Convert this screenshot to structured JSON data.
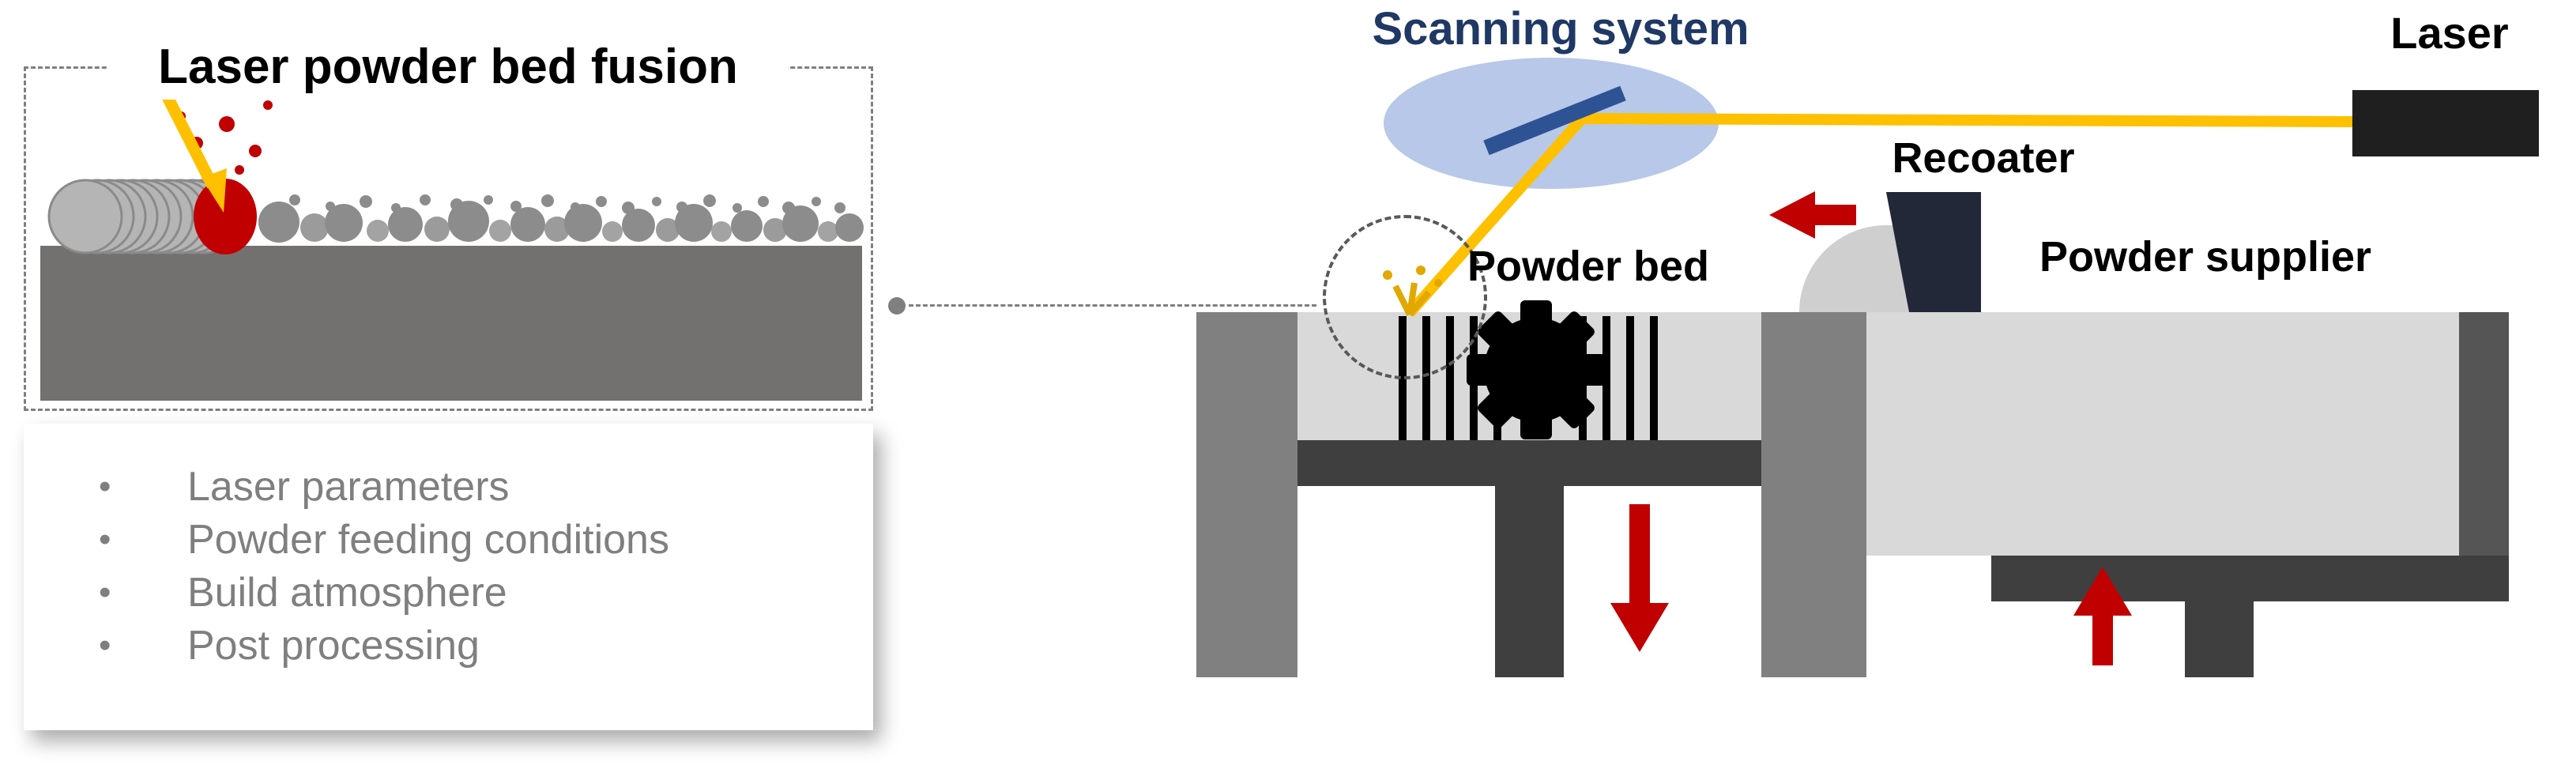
{
  "inset": {
    "title": "Laser powder bed fusion",
    "bullets": [
      "Laser parameters",
      "Powder feeding conditions",
      "Build atmosphere",
      "Post processing"
    ]
  },
  "machine": {
    "scanning_system_label": "Scanning system",
    "laser_label": "Laser",
    "recoater_label": "Recoater",
    "powder_bed_label": "Powder bed",
    "powder_supplier_label": "Powder supplier"
  },
  "colors": {
    "accent_red": "#c00000",
    "beam_gold": "#ffc000",
    "scan_text_blue": "#1f3864",
    "scan_ellipse_blue": "#b7c8e8",
    "mirror_blue": "#2e5395",
    "powder_light": "#d9d9d9",
    "wall_gray": "#808080",
    "platform_dark": "#3f3f3f",
    "bullet_text_gray": "#7f7f7f",
    "substrate_gray": "#737070"
  }
}
